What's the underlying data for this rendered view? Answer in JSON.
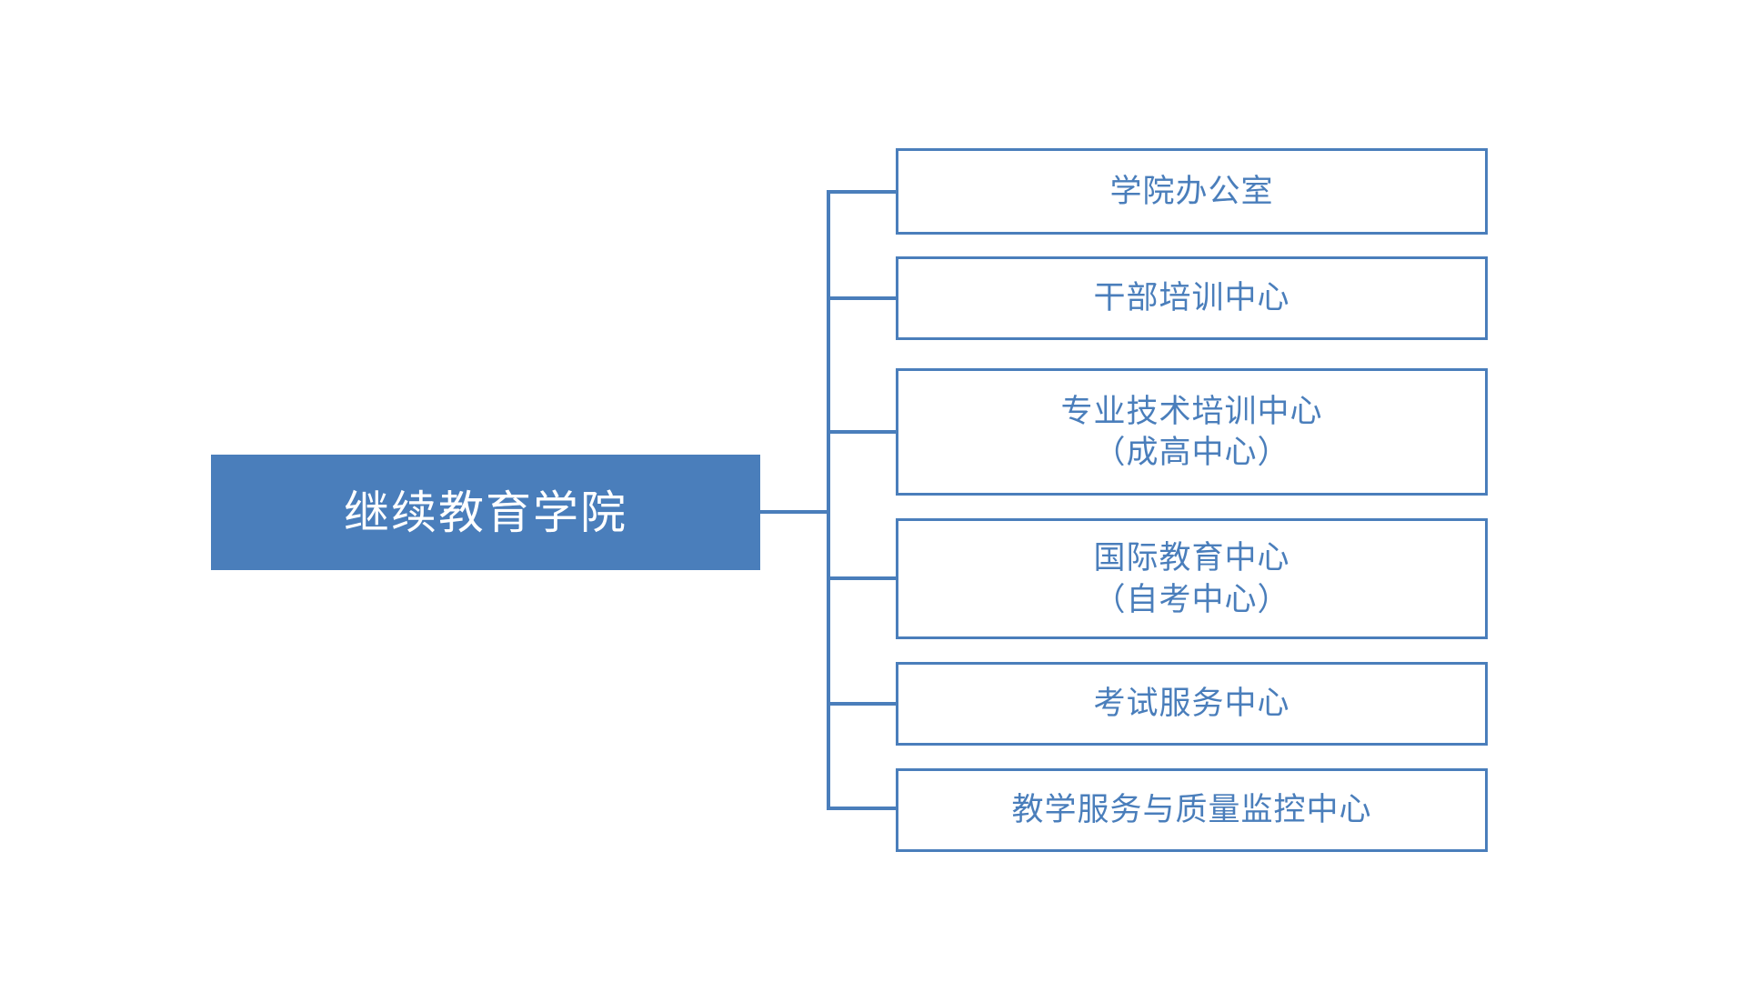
{
  "diagram": {
    "type": "organization-chart",
    "orientation": "horizontal-right",
    "colors": {
      "accent": "#4A7EBB",
      "root_fill": "#4A7EBB",
      "root_text": "#FFFFFF",
      "child_border": "#4A7EBB",
      "child_fill": "#FFFFFF",
      "child_text": "#4A7EBB",
      "connector": "#4A7EBB",
      "background": "#FFFFFF"
    },
    "root": {
      "label": "继续教育学院"
    },
    "children": [
      {
        "label": "学院办公室",
        "lines": 1
      },
      {
        "label": "干部培训中心",
        "lines": 1
      },
      {
        "label": "专业技术培训中心\n（成高中心）",
        "lines": 2
      },
      {
        "label": "国际教育中心\n（自考中心）",
        "lines": 2
      },
      {
        "label": "考试服务中心",
        "lines": 1
      },
      {
        "label": "教学服务与质量监控中心",
        "lines": 1
      }
    ]
  }
}
